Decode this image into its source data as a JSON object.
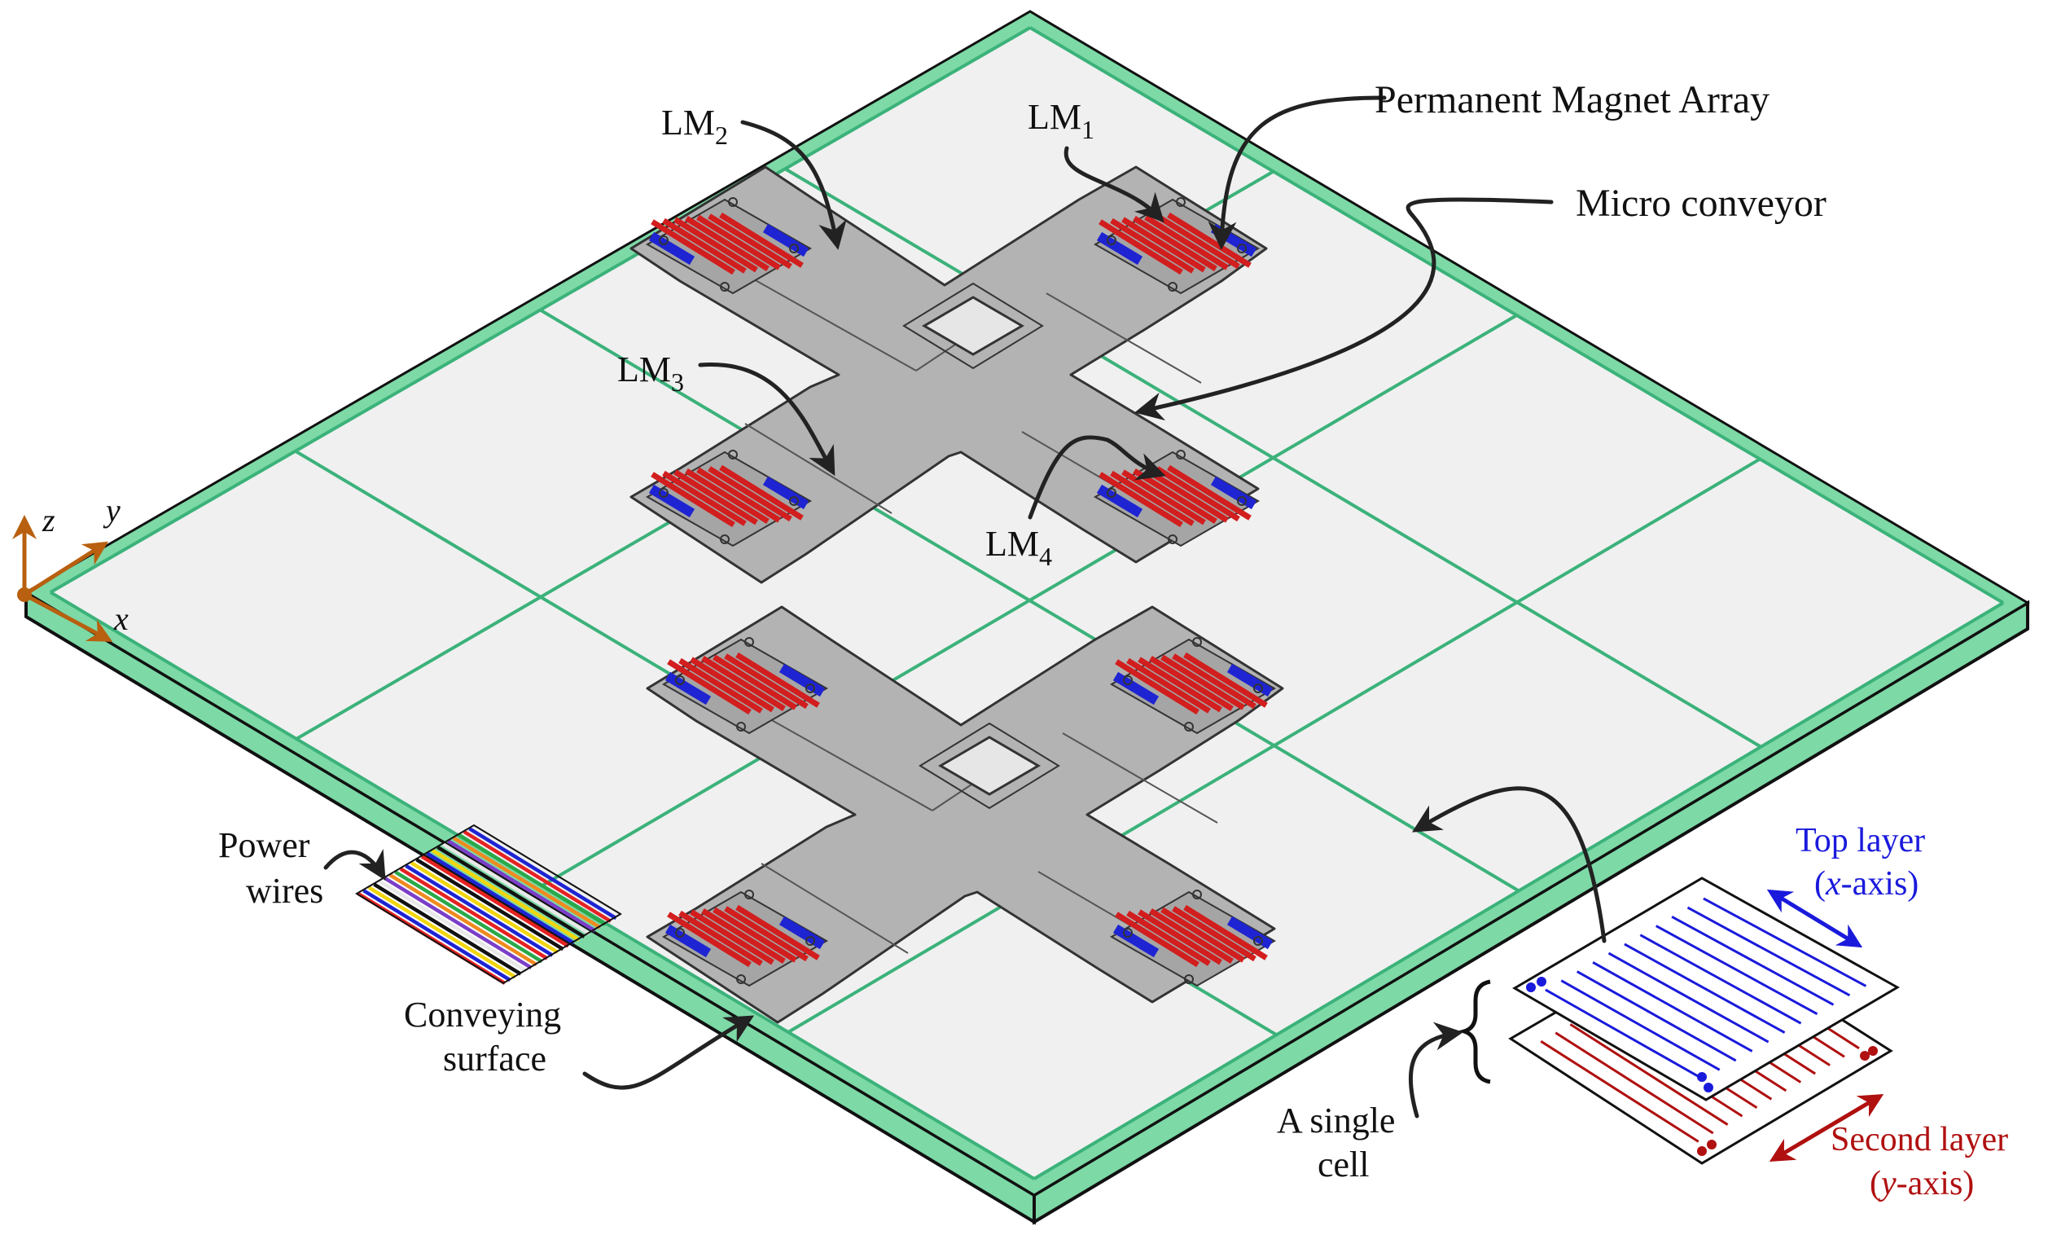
{
  "labels": {
    "lm1_base": "LM",
    "lm1_sub": "1",
    "lm2_base": "LM",
    "lm2_sub": "2",
    "lm3_base": "LM",
    "lm3_sub": "3",
    "lm4_base": "LM",
    "lm4_sub": "4",
    "permanent_magnet_array": "Permanent Magnet Array",
    "micro_conveyor": "Micro conveyor",
    "power_wires_line1": "Power",
    "power_wires_line2": "wires",
    "conveying_surface_line1": "Conveying",
    "conveying_surface_line2": "surface",
    "single_cell_line1": "A single",
    "single_cell_line2": "cell",
    "top_layer_line1": "Top layer",
    "top_layer_line2_open": "(",
    "top_layer_line2_axis": "x",
    "top_layer_line2_close": "-axis)",
    "second_layer_line1": "Second layer",
    "second_layer_line2_open": "(",
    "second_layer_line2_axis": "y",
    "second_layer_line2_close": "-axis)"
  },
  "axes": {
    "z": "z",
    "y": "y",
    "x": "x"
  },
  "colors": {
    "board_edge": "#7dd9a6",
    "grid_line": "#3bb27a",
    "tile_fill": "#f0f0f0",
    "conveyor_gray": "#b3b3b3",
    "magnet_red": "#d21e1e",
    "magnet_blue": "#1e24d2",
    "axis_orange": "#b8600f",
    "top_layer_blue": "#1a1adc",
    "second_layer_red": "#b01010"
  }
}
